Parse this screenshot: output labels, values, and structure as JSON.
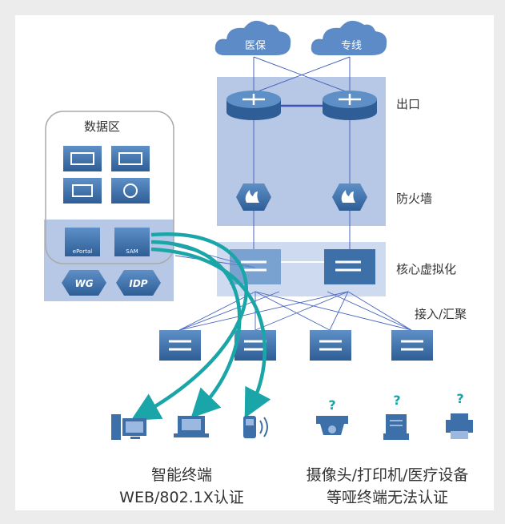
{
  "clouds": [
    "医保",
    "专线"
  ],
  "layers": {
    "exit": "出口",
    "firewall": "防火墙",
    "core": "核心虚拟化",
    "access": "接入/汇聚"
  },
  "data_zone": {
    "title": "数据区",
    "server_badges": [
      "WG",
      "IDP"
    ],
    "server_labels": [
      "ePortal",
      "SAM"
    ]
  },
  "unknown_mark": "?",
  "captions": {
    "smart_line1": "智能终端",
    "smart_line2": "WEB/802.1X认证",
    "dumb_line1": "摄像头/打印机/医疗设备",
    "dumb_line2": "等哑终端无法认证"
  },
  "colors": {
    "device_blue": "#3d6fa8",
    "panel_blue": "#b7c7e6",
    "arrow_teal": "#1aa6a8",
    "question_teal": "#1aa3a6",
    "link_blue": "#4a66c0"
  }
}
